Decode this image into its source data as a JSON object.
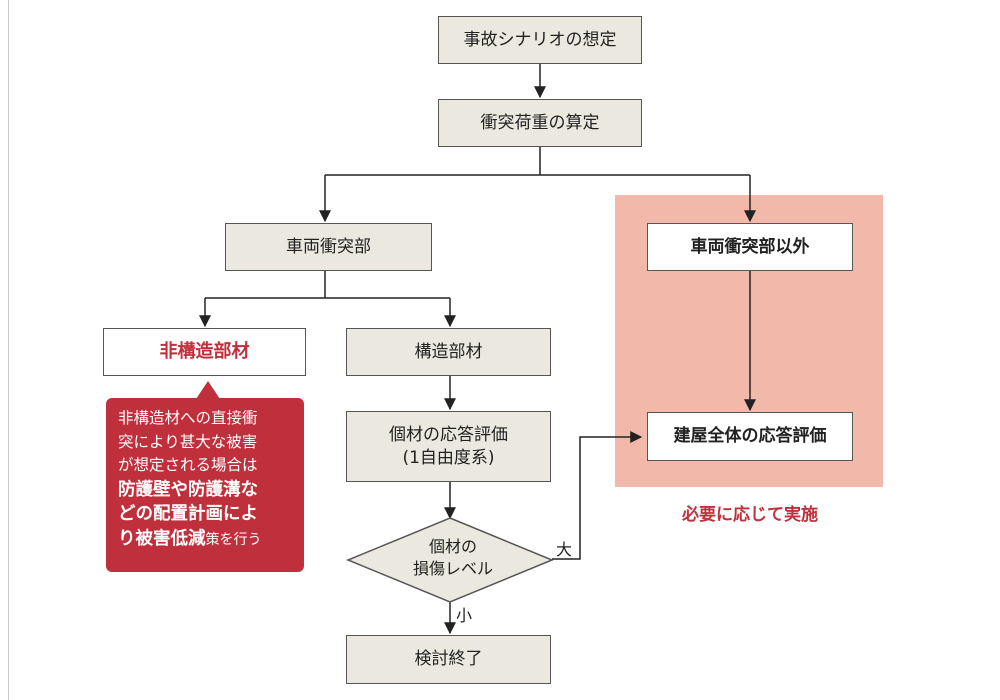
{
  "nodes": {
    "scenario": "事故シナリオの想定",
    "load": "衝突荷重の算定",
    "impact_part": "車両衝突部",
    "other_part": "車両衝突部以外",
    "nonstructural": "非構造部材",
    "structural": "構造部材",
    "member_response_line1": "個材の応答評価",
    "member_response_line2": "(1自由度系)",
    "damage_line1": "個材の",
    "damage_line2": "損傷レベル",
    "building_response": "建屋全体の応答評価",
    "end": "検討終了"
  },
  "edge_labels": {
    "large": "大",
    "small": "小"
  },
  "callout": {
    "line1": "非構造材への直接衝",
    "line2": "突により甚大な被害",
    "line3": "が想定される場合は",
    "line4": "防護壁や防護溝な",
    "line5": "どの配置計画によ",
    "line6_bold": "り被害低減",
    "line6_small": "策を行う"
  },
  "note": "必要に応じて実施",
  "colors": {
    "box_fill": "#ebe8e0",
    "accent_red": "#c0303c",
    "zone_pink": "#f2b9aa"
  }
}
